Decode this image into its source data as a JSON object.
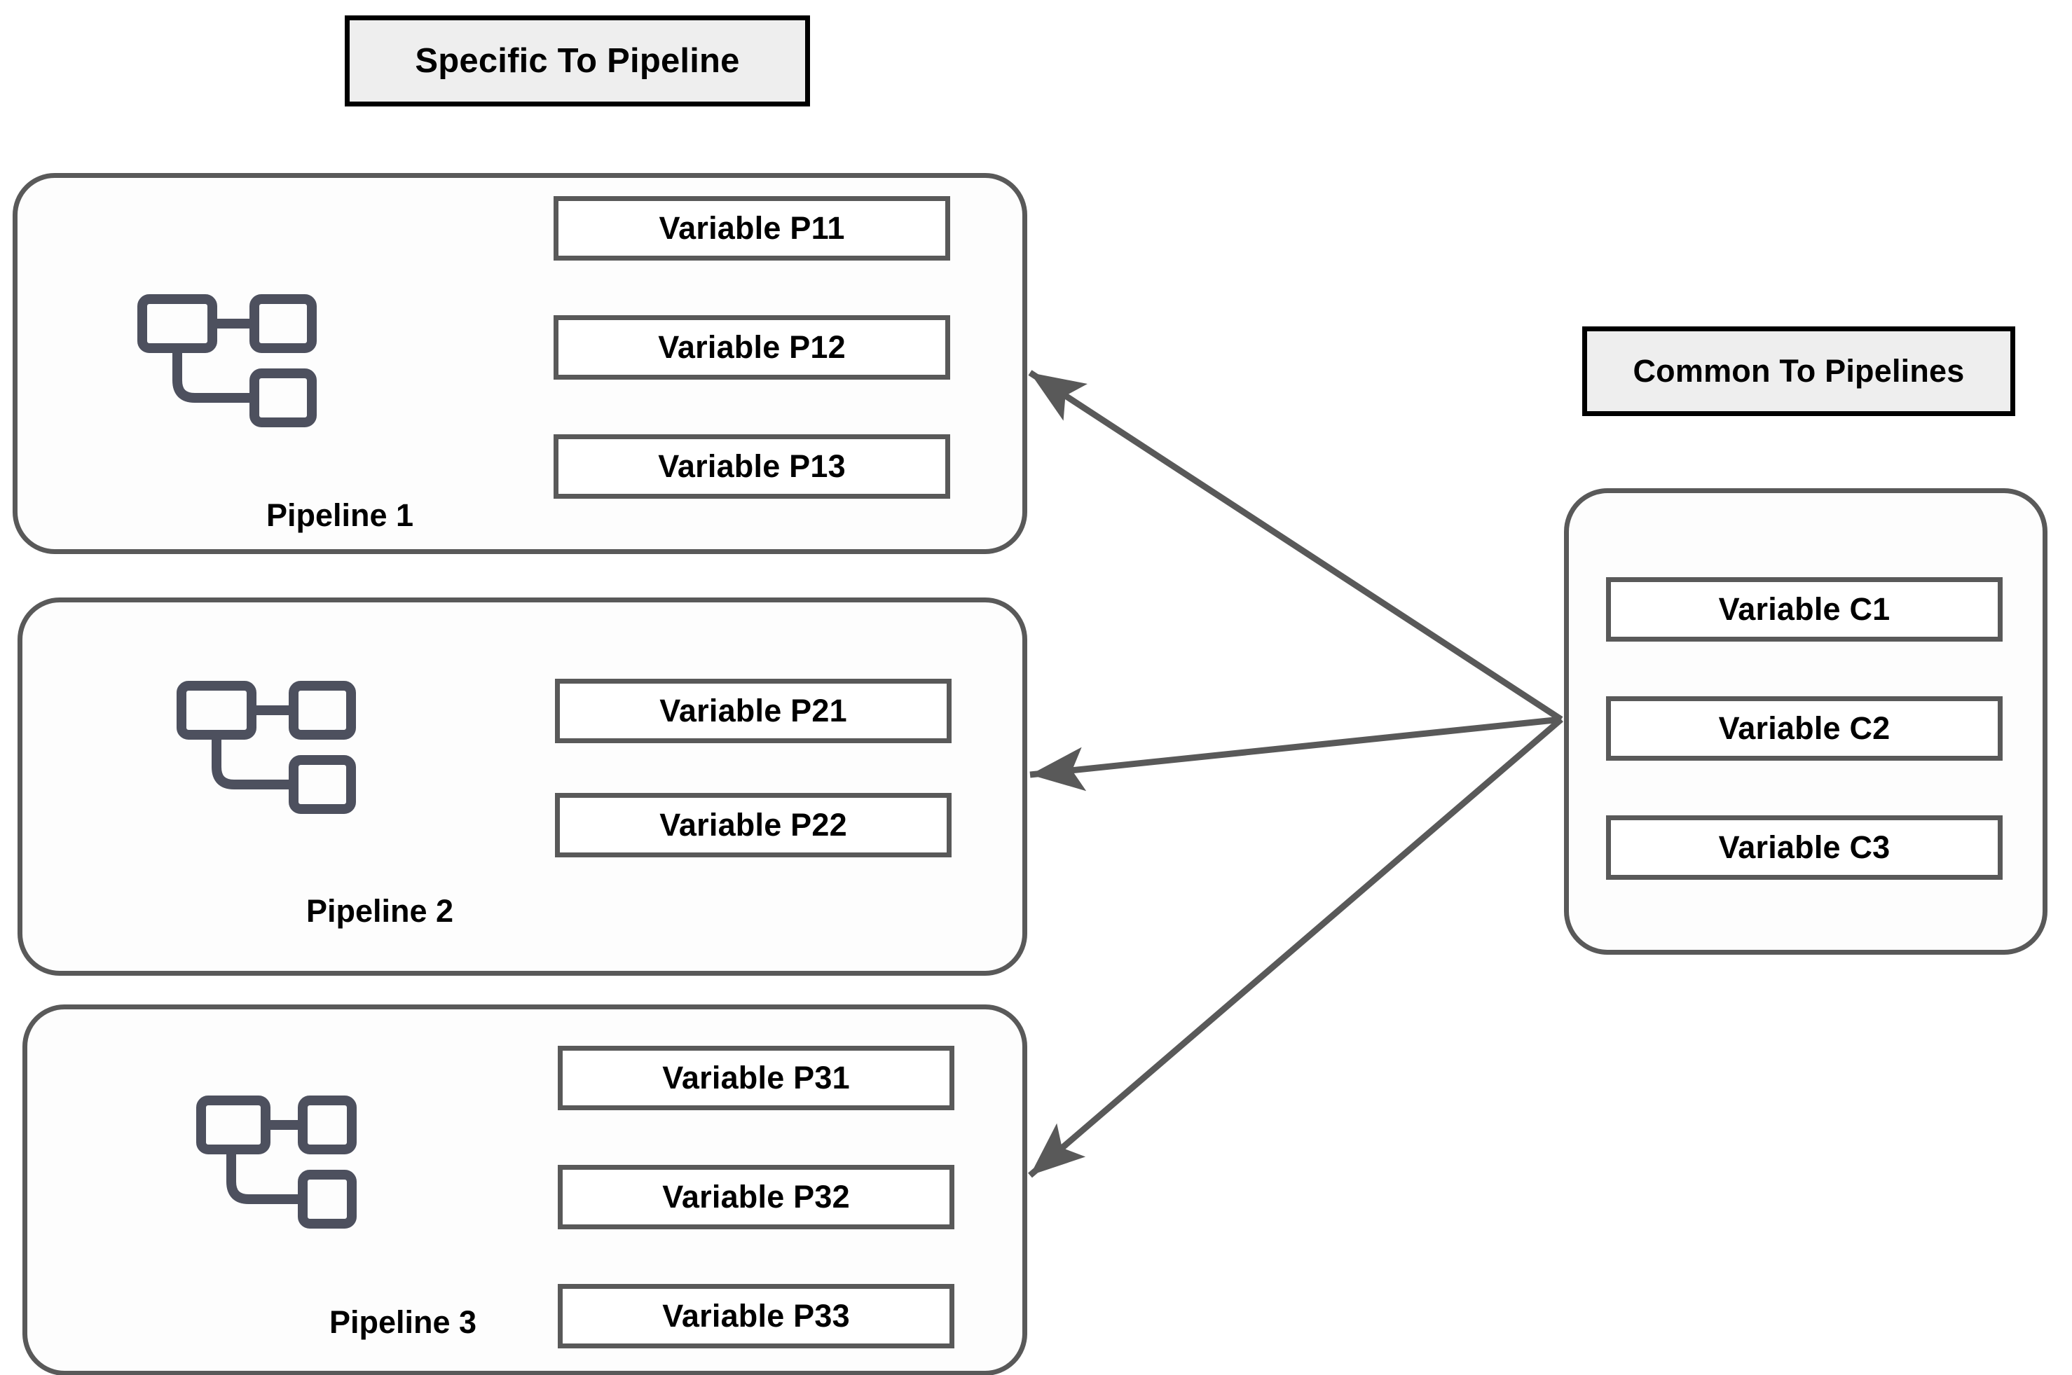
{
  "legend": {
    "specific_label": "Specific To Pipeline",
    "common_label": "Common To Pipelines"
  },
  "pipelines": [
    {
      "name": "Pipeline 1",
      "icon": "pipeline-flow-icon",
      "variables": [
        "Variable P11",
        "Variable P12",
        "Variable P13"
      ]
    },
    {
      "name": "Pipeline 2",
      "icon": "pipeline-flow-icon",
      "variables": [
        "Variable P21",
        "Variable P22"
      ]
    },
    {
      "name": "Pipeline 3",
      "icon": "pipeline-flow-icon",
      "variables": [
        "Variable P31",
        "Variable P32",
        "Variable P33"
      ]
    }
  ],
  "common": {
    "variables": [
      "Variable C1",
      "Variable C2",
      "Variable C3"
    ]
  },
  "arrows": {
    "count": 3,
    "origin": "common-variables-panel-left-edge",
    "targets": [
      "pipeline-group-1",
      "pipeline-group-2",
      "pipeline-group-3"
    ],
    "style": "single-headed-arrow-pointing-left"
  },
  "colors": {
    "legend_border": "#000000",
    "legend_fill": "#eeeeee",
    "panel_border": "#595959",
    "chip_border": "#595959",
    "icon_stroke": "#4d505e",
    "arrow_stroke": "#595959",
    "text": "#000000",
    "background": "#ffffff"
  }
}
